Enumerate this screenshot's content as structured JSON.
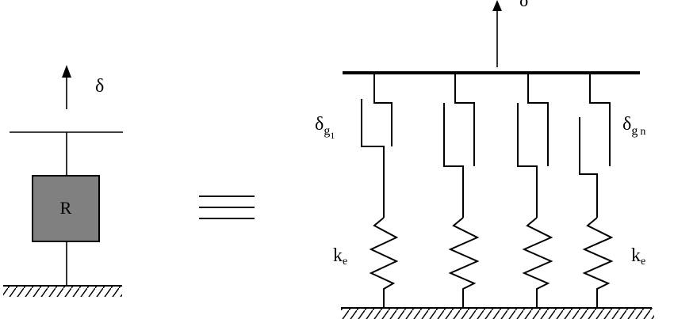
{
  "left": {
    "delta_label": "δ",
    "block_label": "R",
    "block_color": "#808080"
  },
  "equivalence_symbol": "≡",
  "right": {
    "delta_label": "δ",
    "gap_first_label": "δ",
    "gap_first_sub": "g",
    "gap_first_subsub": "1",
    "gap_last_label": "δ",
    "gap_last_sub": "g",
    "gap_last_subsub": "n",
    "spring_label_left": "k",
    "spring_label_left_sub": "e",
    "spring_label_right": "k",
    "spring_label_right_sub": "e",
    "element_count": 4
  }
}
